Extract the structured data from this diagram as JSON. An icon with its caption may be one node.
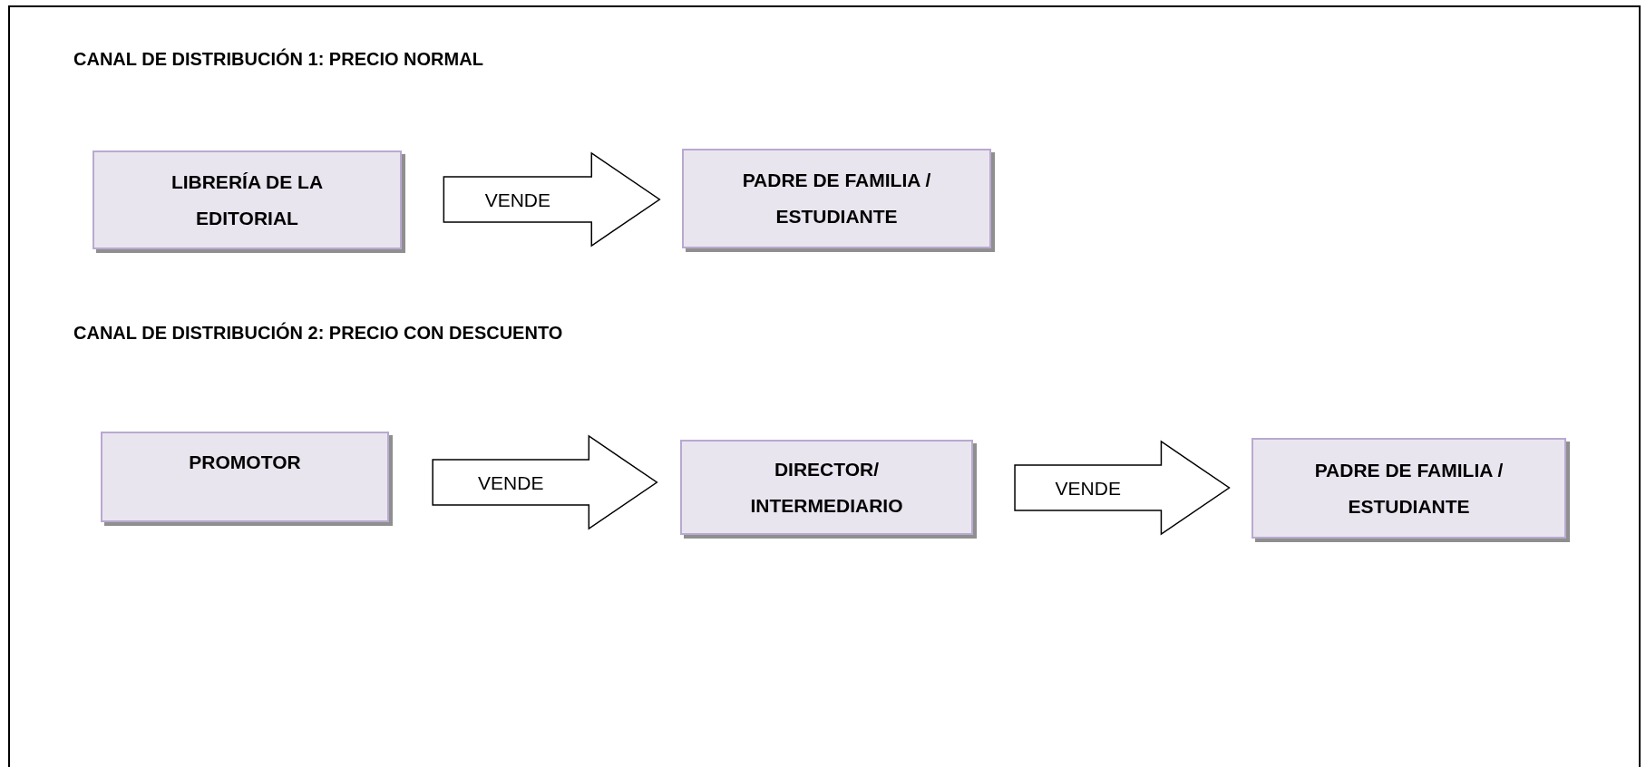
{
  "diagram": {
    "nodes": [
      {
        "text": [
          "LIBRERÍA DE LA EDITORIAL"
        ]
      },
      {
        "text": [
          "PADRE DE FAMILIA / ESTUDIANTE"
        ]
      },
      {
        "text": [
          "PROMOTOR"
        ]
      },
      {
        "text": [
          "DIRECTOR/ INTERMEDIARIO"
        ]
      },
      {
        "text": [
          "PADRE DE FAMILIA / ESTUDIANTE"
        ]
      }
    ],
    "edges": [
      {
        "from": 0,
        "to": 1,
        "arrow": "to",
        "label": "VENDE"
      },
      {
        "from": 2,
        "to": 3,
        "arrow": "to",
        "label": "VENDE"
      },
      {
        "from": 3,
        "to": 4,
        "arrow": "to",
        "label": "VENDE"
      }
    ],
    "labels": [
      "CANAL DE DISTRIBUCIÓN 1: PRECIO NORMAL",
      "CANAL DE DISTRIBUCIÓN 2: PRECIO CON DESCUENTO"
    ]
  }
}
